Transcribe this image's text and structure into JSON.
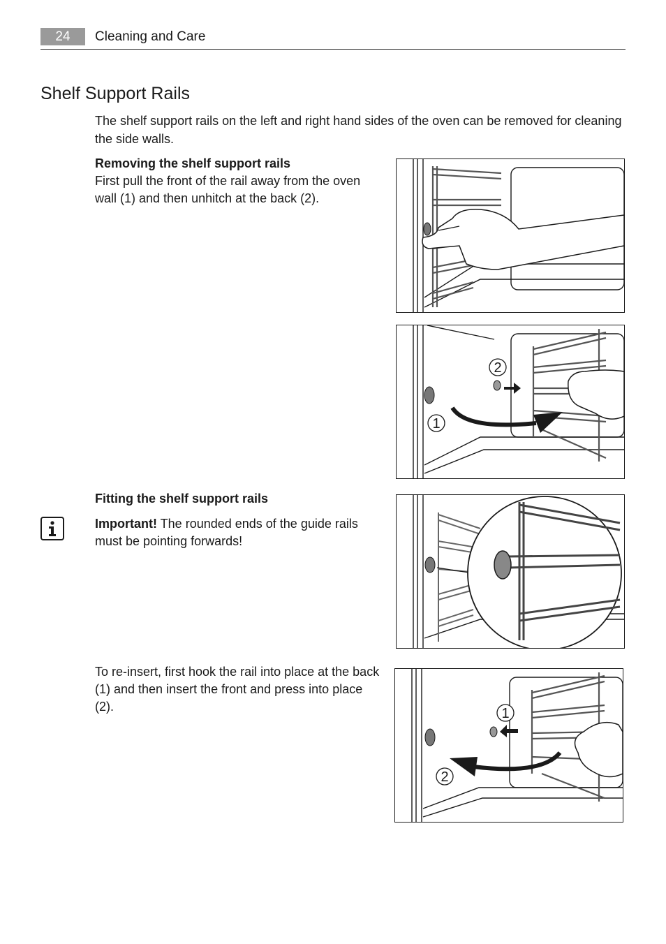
{
  "header": {
    "page_number": "24",
    "section": "Cleaning and Care"
  },
  "title": "Shelf Support Rails",
  "intro": "The shelf support rails on the left and right hand sides of the oven can be removed for cleaning the side walls.",
  "removing": {
    "heading": "Removing the shelf support rails",
    "text": "First pull the front of the rail away from the oven wall (1) and then unhitch at the back (2)."
  },
  "fitting": {
    "heading": "Fitting the shelf support rails",
    "important_label": "Important!",
    "important_text": " The rounded ends of the guide rails must be pointing forwards!"
  },
  "reinsert": {
    "text": "To re-insert, first hook the rail into place at the back (1) and then insert the front and press into place (2)."
  },
  "figures": {
    "fig2": {
      "callout_back": "2",
      "callout_front": "1"
    },
    "fig4": {
      "callout_back": "1",
      "callout_front": "2"
    }
  },
  "icons": {
    "info": "info-icon"
  }
}
